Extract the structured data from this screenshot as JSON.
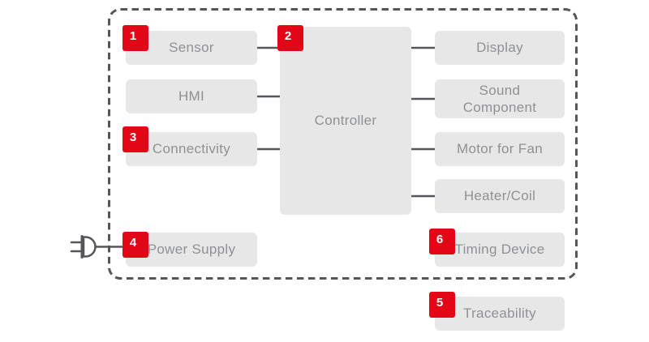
{
  "diagram": {
    "description": "Appliance system block diagram with numbered callouts",
    "colors": {
      "badge_red": "#e30617",
      "box_fill": "#e7e7e8",
      "box_text": "#8e9194",
      "line_gray": "#54565a",
      "background": "#ffffff"
    },
    "boxes": {
      "sensor": "Sensor",
      "hmi": "HMI",
      "connectivity": "Connectivity",
      "power_supply": "Power Supply",
      "controller": "Controller",
      "display": "Display",
      "sound_component": "Sound Component",
      "motor_for_fan": "Motor for Fan",
      "heater_coil": "Heater/Coil",
      "timing_device": "Timing Device",
      "traceability": "Traceability"
    },
    "badges": {
      "sensor": "1",
      "controller": "2",
      "connectivity": "3",
      "power_supply": "4",
      "traceability": "5",
      "timing_device": "6"
    },
    "icons": {
      "power_plug": "power-plug-icon"
    }
  }
}
